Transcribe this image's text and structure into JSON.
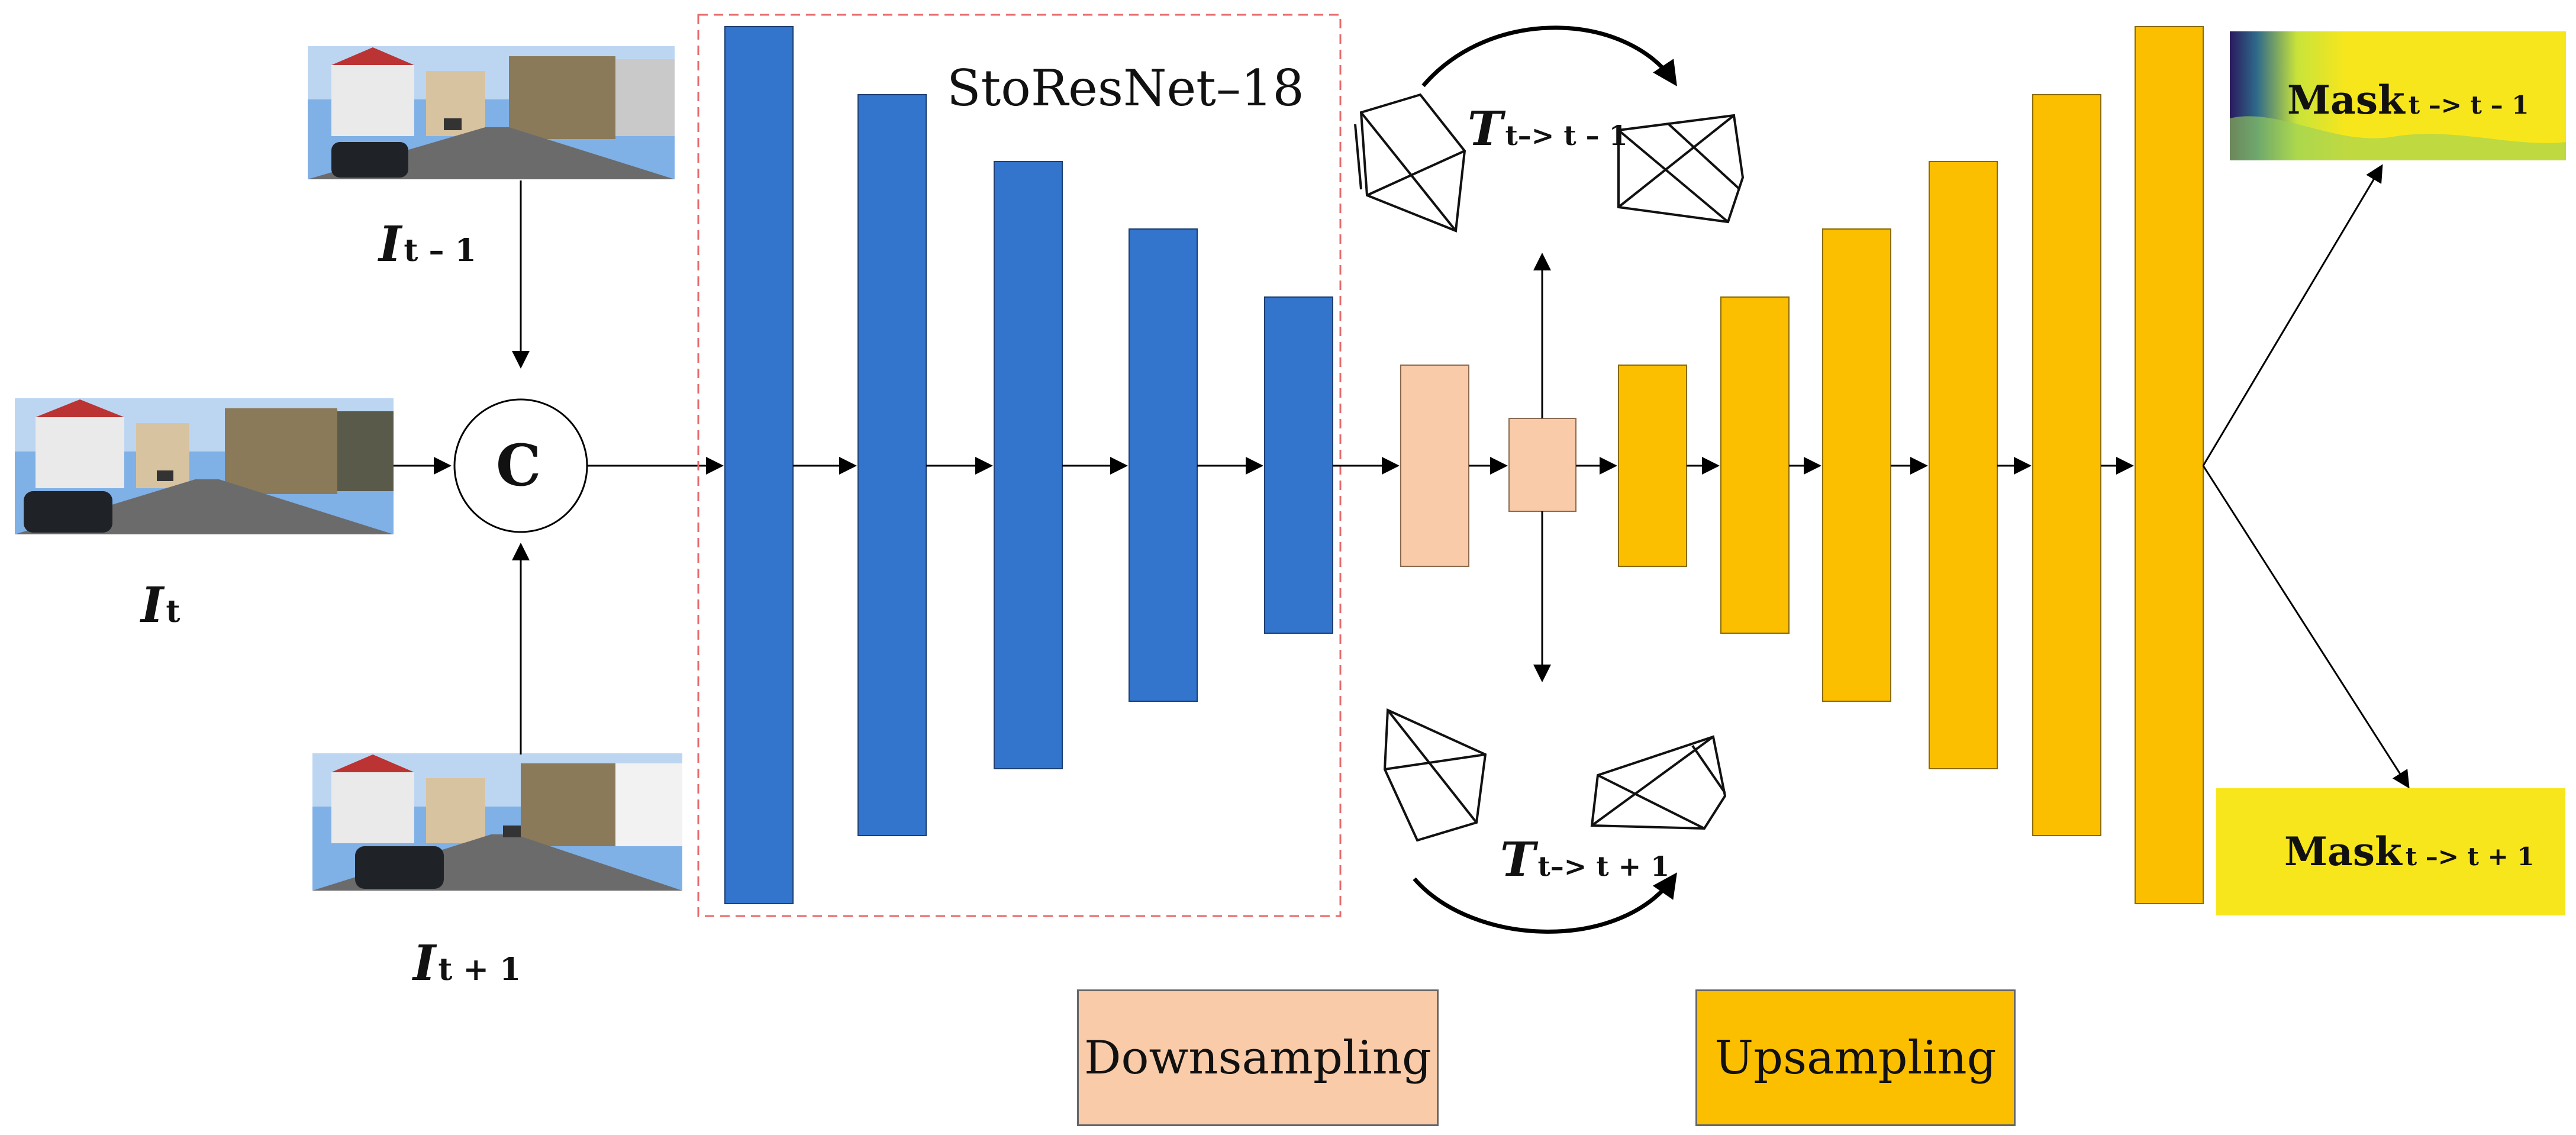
{
  "inputs": {
    "prev": {
      "symbol": "I",
      "subscript": "t – 1"
    },
    "curr": {
      "symbol": "I",
      "subscript": "t"
    },
    "next": {
      "symbol": "I",
      "subscript": "t + 1"
    }
  },
  "concat": {
    "symbol": "C"
  },
  "encoder": {
    "title": "StoResNet–18",
    "block_color": "#3374cc",
    "box_color": "#e8696b"
  },
  "pose": {
    "forward": {
      "symbol": "T",
      "subscript": "t–> t – 1"
    },
    "backward": {
      "symbol": "T",
      "subscript": "t–> t + 1"
    }
  },
  "outputs": {
    "mask_prev": {
      "label": "Mask",
      "subscript": "t –> t – 1"
    },
    "mask_next": {
      "label": "Mask",
      "subscript": "t –> t + 1"
    }
  },
  "legend": {
    "downsampling": {
      "label": "Downsampling",
      "color": "#f9cba8"
    },
    "upsampling": {
      "label": "Upsampling",
      "color": "#fcbf00"
    }
  },
  "colors": {
    "mask_yellow": "#f8e61c",
    "arrow": "#000000"
  }
}
